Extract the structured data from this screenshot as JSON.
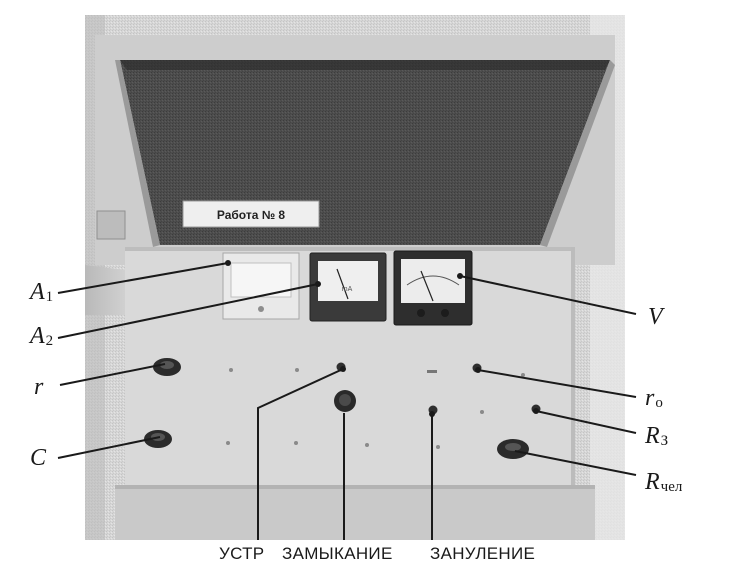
{
  "panel": {
    "work_sign": "Работа № 8"
  },
  "labels": {
    "a1_letter": "A",
    "a1_sub": "1",
    "a2_letter": "A",
    "a2_sub": "2",
    "r_letter": "r",
    "c_letter": "C",
    "v_letter": "V",
    "r0_letter": "r",
    "r0_sub": "o",
    "rz_letter": "R",
    "rz_sub": "З",
    "rchel_letter": "R",
    "rchel_sub": "чел"
  },
  "captions": {
    "ustr": "УСТР",
    "zamykanie": "ЗАМЫКАНИЕ",
    "zanulenie": "ЗАНУЛЕНИЕ"
  },
  "colors": {
    "frame": "#cfcfcf",
    "screen": "#4a4a4a",
    "panel": "#d9d9d9",
    "knob": "#2b2b2b",
    "meter_dark": "#303030",
    "meter_face": "#f2f2f2"
  }
}
